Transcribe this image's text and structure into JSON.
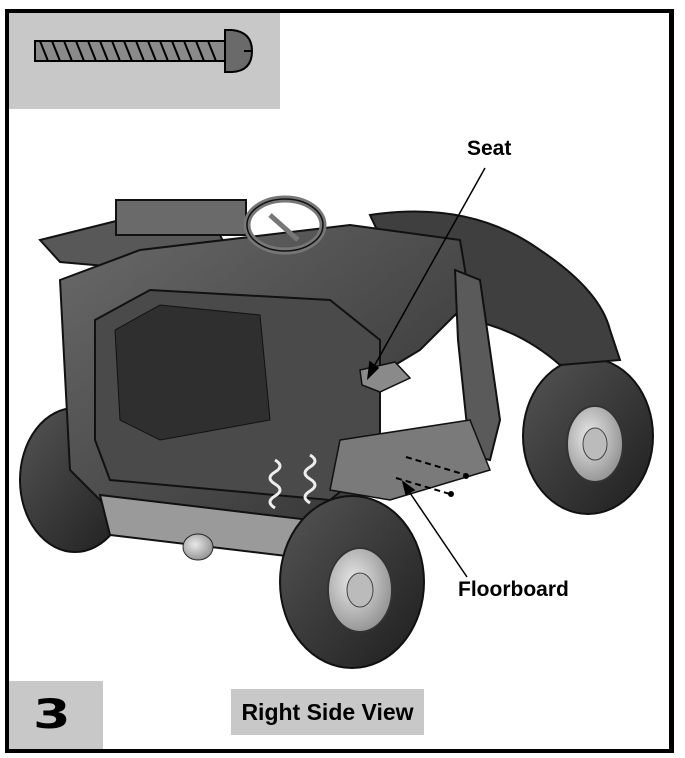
{
  "callouts": {
    "seat": "Seat",
    "floorboard": "Floorboard"
  },
  "step_number": "3",
  "view_label": "Right Side View",
  "colors": {
    "panel_gray": "#c8c8c8",
    "vehicle_body": "#4a4a4a",
    "tire": "#3a3a3a"
  },
  "icons": [
    "screw-icon",
    "vehicle-illustration"
  ]
}
